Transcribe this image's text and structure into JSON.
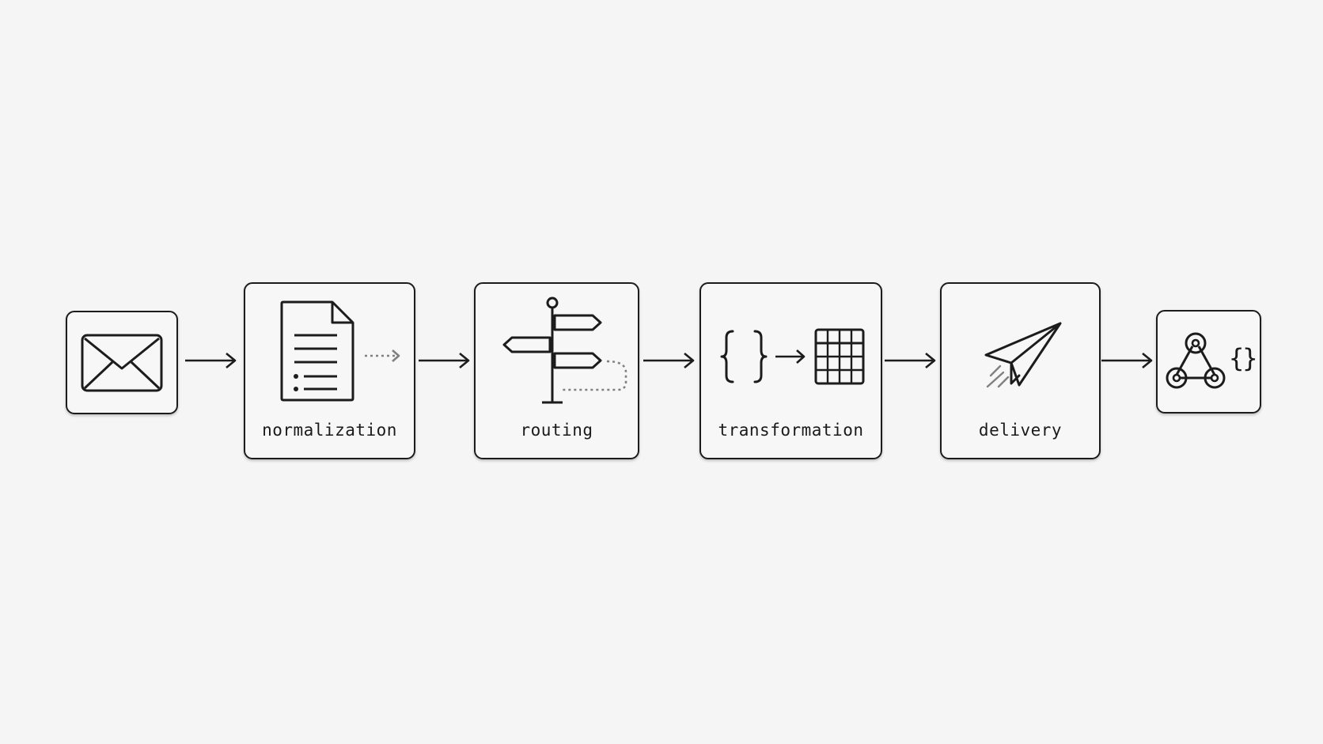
{
  "pipeline": {
    "source": {
      "icon": "envelope-icon"
    },
    "stages": [
      {
        "label": "normalization",
        "icon": "document-list-icon"
      },
      {
        "label": "routing",
        "icon": "signpost-icon"
      },
      {
        "label": "transformation",
        "icon": "json-to-table-icon"
      },
      {
        "label": "delivery",
        "icon": "paper-plane-icon"
      }
    ],
    "destination": {
      "icon": "webhook-json-icon",
      "badge": "{}"
    }
  },
  "colors": {
    "background": "#f5f5f5",
    "stroke": "#1c1c1c",
    "dotted": "#808080"
  }
}
